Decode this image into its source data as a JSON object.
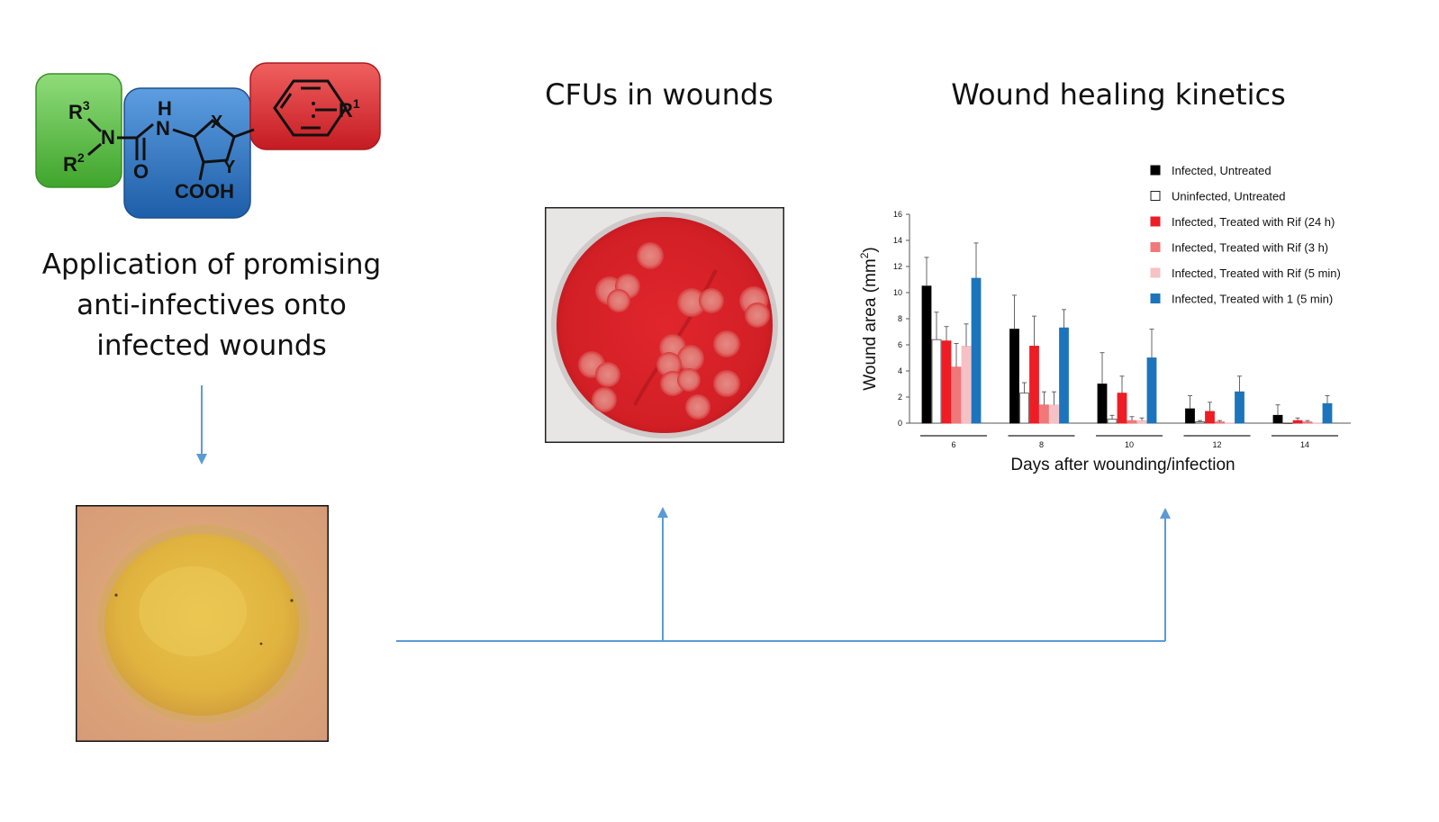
{
  "titles": {
    "cfu": "CFUs in wounds",
    "kinetics": "Wound healing kinetics"
  },
  "application_text": {
    "line1": "Application of promising",
    "line2": "anti-infectives onto",
    "line3": "infected wounds"
  },
  "structure": {
    "r3": "R",
    "r3_sup": "3",
    "r2": "R",
    "r2_sup": "2",
    "r1": "R",
    "r1_sup": "1",
    "n": "N",
    "h": "H",
    "nh_n": "N",
    "o": "O",
    "x": "X",
    "y": "Y",
    "cooh": "COOH"
  },
  "colors": {
    "green": "#5ec34a",
    "blue": "#2f73c0",
    "red": "#d8262c",
    "arrow": "#5b9bd5",
    "agar": "#d4232a"
  },
  "chart_data": {
    "type": "bar",
    "categories": [
      "6",
      "8",
      "10",
      "12",
      "14"
    ],
    "ylabel": "Wound area (mm",
    "ylabel_sup": "2",
    "ylabel_end": ")",
    "xlabel": "Days after wounding/infection",
    "ylim": [
      0,
      16
    ],
    "yticks": [
      0,
      2,
      4,
      6,
      8,
      10,
      12,
      14,
      16
    ],
    "legend_position": "top-right",
    "series": [
      {
        "name": "Infected, Untreated",
        "color": "#000000",
        "values": [
          10.5,
          7.2,
          3.0,
          1.1,
          0.6
        ],
        "errors": [
          2.2,
          2.6,
          2.4,
          1.0,
          0.8
        ]
      },
      {
        "name": "Uninfected, Untreated",
        "color": "#ffffff",
        "values": [
          6.4,
          2.3,
          0.3,
          0.1,
          0.0
        ],
        "errors": [
          2.1,
          0.8,
          0.3,
          0.1,
          0.0
        ]
      },
      {
        "name": "Infected, Treated with Rif (24 h)",
        "color": "#ee1c24",
        "values": [
          6.3,
          5.9,
          2.3,
          0.9,
          0.2
        ],
        "errors": [
          1.1,
          2.3,
          1.3,
          0.7,
          0.2
        ]
      },
      {
        "name": "Infected, Treated with Rif (3 h)",
        "color": "#f07878",
        "values": [
          4.3,
          1.4,
          0.2,
          0.1,
          0.1
        ],
        "errors": [
          1.8,
          1.0,
          0.3,
          0.1,
          0.1
        ]
      },
      {
        "name": "Infected, Treated with Rif (5 min)",
        "color": "#f6c1c4",
        "values": [
          5.9,
          1.4,
          0.2,
          0.0,
          0.0
        ],
        "errors": [
          1.7,
          1.0,
          0.2,
          0.0,
          0.0
        ]
      },
      {
        "name": "Infected, Treated with 1 (5 min)",
        "color": "#1c75bc",
        "values": [
          11.1,
          7.3,
          5.0,
          2.4,
          1.5
        ],
        "errors": [
          2.7,
          1.4,
          2.2,
          1.2,
          0.6
        ]
      }
    ]
  }
}
